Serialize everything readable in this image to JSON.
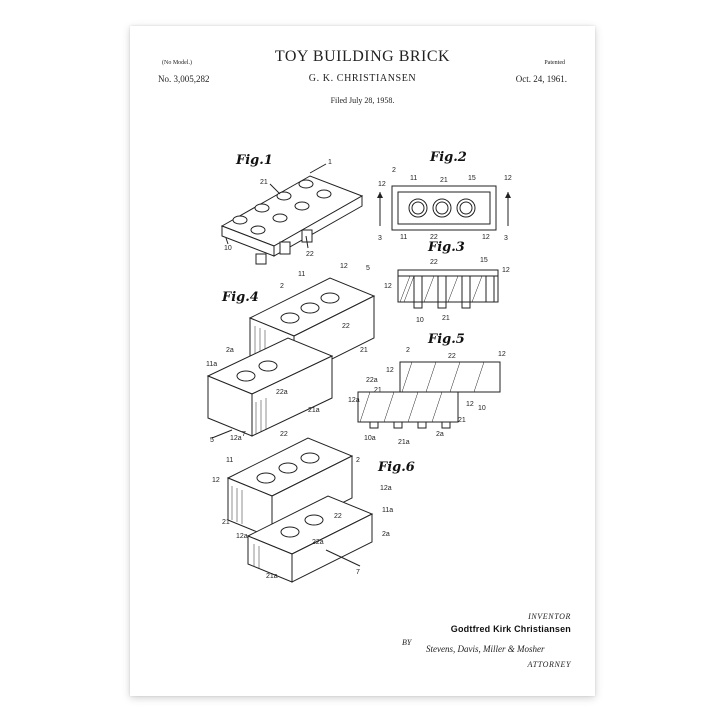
{
  "header": {
    "model_note": "(No Model.)",
    "patent_number": "No. 3,005,282",
    "title": "TOY BUILDING BRICK",
    "inventor_short": "G. K. CHRISTIANSEN",
    "filed": "Filed July 28, 1958.",
    "patented_label": "Patented",
    "patented_date": "Oct. 24, 1961."
  },
  "figures": {
    "fig1": "Fig.1",
    "fig2": "Fig.2",
    "fig3": "Fig.3",
    "fig4": "Fig.4",
    "fig5": "Fig.5",
    "fig6": "Fig.6"
  },
  "footer": {
    "inventor_label": "INVENTOR",
    "inventor_name": "Godtfred Kirk Christiansen",
    "by": "BY",
    "signature": "Stevens, Davis, Miller & Mosher",
    "attorney_label": "ATTORNEY"
  },
  "refs": {
    "r1": "1",
    "r2": "2",
    "r3": "3",
    "r5": "5",
    "r7": "7",
    "r10": "10",
    "r11": "11",
    "r12": "12",
    "r15": "15",
    "r21": "21",
    "r22": "22",
    "r2a": "2a",
    "r10a": "10a",
    "r11a": "11a",
    "r12a": "12a",
    "r21a": "21a",
    "r22a": "22a"
  }
}
